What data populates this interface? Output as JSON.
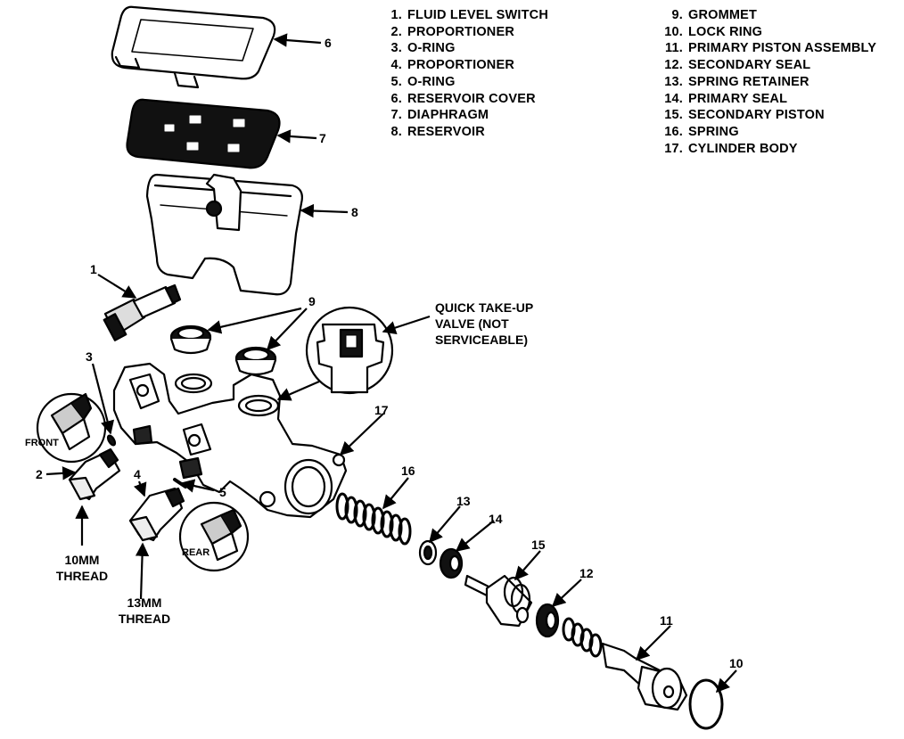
{
  "legend_left": [
    {
      "num": "1.",
      "label": "FLUID LEVEL SWITCH"
    },
    {
      "num": "2.",
      "label": "PROPORTIONER"
    },
    {
      "num": "3.",
      "label": "O-RING"
    },
    {
      "num": "4.",
      "label": "PROPORTIONER"
    },
    {
      "num": "5.",
      "label": "O-RING"
    },
    {
      "num": "6.",
      "label": "RESERVOIR COVER"
    },
    {
      "num": "7.",
      "label": "DIAPHRAGM"
    },
    {
      "num": "8.",
      "label": "RESERVOIR"
    }
  ],
  "legend_right": [
    {
      "num": "9.",
      "label": "GROMMET"
    },
    {
      "num": "10.",
      "label": "LOCK RING"
    },
    {
      "num": "11.",
      "label": "PRIMARY PISTON ASSEMBLY"
    },
    {
      "num": "12.",
      "label": "SECONDARY SEAL"
    },
    {
      "num": "13.",
      "label": "SPRING RETAINER"
    },
    {
      "num": "14.",
      "label": "PRIMARY SEAL"
    },
    {
      "num": "15.",
      "label": "SECONDARY PISTON"
    },
    {
      "num": "16.",
      "label": "SPRING"
    },
    {
      "num": "17.",
      "label": "CYLINDER BODY"
    }
  ],
  "callouts": {
    "n1": "1",
    "n2": "2",
    "n3": "3",
    "n4": "4",
    "n5": "5",
    "n6": "6",
    "n7": "7",
    "n8": "8",
    "n9": "9",
    "n10": "10",
    "n11": "11",
    "n12": "12",
    "n13": "13",
    "n14": "14",
    "n15": "15",
    "n16": "16",
    "n17": "17",
    "quick_valve_1": "QUICK TAKE-UP",
    "quick_valve_2": "VALVE (NOT",
    "quick_valve_3": "SERVICEABLE)",
    "front": "FRONT",
    "rear": "REAR",
    "thread10_1": "10MM",
    "thread10_2": "THREAD",
    "thread13_1": "13MM",
    "thread13_2": "THREAD"
  }
}
